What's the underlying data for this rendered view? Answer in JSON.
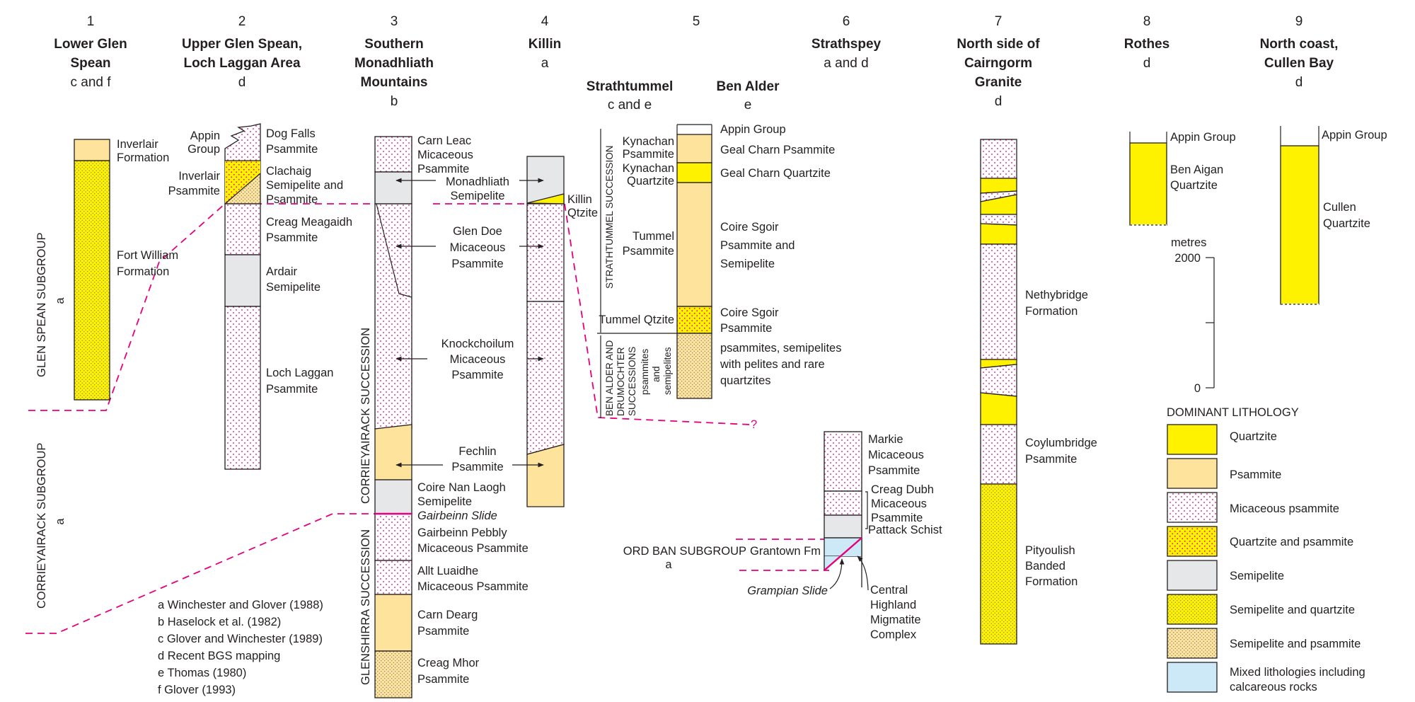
{
  "columns": [
    {
      "number": "1",
      "title": [
        "Lower Glen",
        "Spean"
      ],
      "source": "c and f"
    },
    {
      "number": "2",
      "title": [
        "Upper Glen Spean,",
        "Loch Laggan Area"
      ],
      "source": "d"
    },
    {
      "number": "3",
      "title": [
        "Southern",
        "Monadhliath",
        "Mountains"
      ],
      "source": "b"
    },
    {
      "number": "4",
      "title": [
        "Killin"
      ],
      "source": "a"
    },
    {
      "number": "5",
      "title": [],
      "source": ""
    },
    {
      "number": "6",
      "title": [
        "Strathspey"
      ],
      "source": "a and d"
    },
    {
      "number": "7",
      "title": [
        "North side of",
        "Cairngorm",
        "Granite"
      ],
      "source": "d"
    },
    {
      "number": "8",
      "title": [
        "Rothes"
      ],
      "source": "d"
    },
    {
      "number": "9",
      "title": [
        "North coast,",
        "Cullen Bay"
      ],
      "source": "d"
    }
  ],
  "col5_sub": [
    {
      "title": "Strathtummel",
      "source": "c and e"
    },
    {
      "title": "Ben Alder",
      "source": "e"
    }
  ],
  "groups": {
    "glen_spean": "GLEN SPEAN SUBGROUP",
    "glen_spean_ref": "a",
    "corrieyairack": "CORRIEYAIRACK SUBGROUP",
    "corrieyairack_ref": "a",
    "corrieyairack_succ": "CORRIEYAIRACK SUCCESSION",
    "glenshirra_succ": "GLENSHIRRA SUCCESSION",
    "strathtummel_succ": "STRATHTUMMEL SUCCESSION",
    "ben_alder_succ": [
      "BEN ALDER AND",
      "DRUMOCHTER",
      "SUCCESSIONS"
    ],
    "psam_semi": [
      "psammites",
      "and",
      "semipelites"
    ],
    "ord_ban": "ORD BAN SUBGROUP",
    "ord_ban_ref": "a"
  },
  "labels": {
    "c1": {
      "inverlair_formation": [
        "Inverlair",
        "Formation"
      ],
      "fort_william": [
        "Fort William",
        "Formation"
      ]
    },
    "c2": {
      "appin_group": [
        "Appin",
        "Group"
      ],
      "inverlair_psammite": [
        "Inverlair",
        "Psammite"
      ],
      "dog_falls": [
        "Dog Falls",
        "Psammite"
      ],
      "clachaig": [
        "Clachaig",
        "Semipelite and",
        "Psammite"
      ],
      "creag_meagaidh": [
        "Creag Meagaidh",
        "Psammite"
      ],
      "ardair": [
        "Ardair",
        "Semipelite"
      ],
      "loch_laggan": [
        "Loch Laggan",
        "Psammite"
      ]
    },
    "c3": {
      "carn_leac": [
        "Carn Leac",
        "Micaceous",
        "Psammite"
      ],
      "monadhliath": [
        "Monadhliath",
        "Semipelite"
      ],
      "glen_doe": [
        "Glen Doe",
        "Micaceous",
        "Psammite"
      ],
      "knockchoilum": [
        "Knockchoilum",
        "Micaceous",
        "Psammite"
      ],
      "fechlin": [
        "Fechlin",
        "Psammite"
      ],
      "coire_nan_laogh": [
        "Coire Nan Laogh",
        "Semipelite"
      ],
      "gairbeinn_slide": "Gairbeinn Slide",
      "gairbeinn_pebbly": [
        "Gairbeinn Pebbly",
        "Micaceous Psammite"
      ],
      "allt_luaidhe": [
        "Allt Luaidhe",
        "Micaceous Psammite"
      ],
      "carn_dearg": [
        "Carn Dearg",
        "Psammite"
      ],
      "creag_mhor": [
        "Creag Mhor",
        "Psammite"
      ]
    },
    "c4": {
      "killin_qtzite": [
        "Killin",
        "Qtzite"
      ]
    },
    "c5": {
      "kynachan_psammite": [
        "Kynachan",
        "Psammite"
      ],
      "kynachan_quartzite": [
        "Kynachan",
        "Quartzite"
      ],
      "tummel_psammite": [
        "Tummel",
        "Psammite"
      ],
      "tummel_qtzite": "Tummel Qtzite",
      "appin_group": "Appin Group",
      "geal_charn_psammite": "Geal Charn Psammite",
      "geal_charn_quartzite": "Geal Charn Quartzite",
      "coire_sgoir_ps": [
        "Coire Sgoir",
        "Psammite and",
        "Semipelite"
      ],
      "coire_sgoir_p": [
        "Coire Sgoir",
        "Psammite"
      ],
      "psammites_semipelites": [
        "psammites, semipelites",
        "with pelites and rare",
        "quartzites"
      ],
      "question": "?"
    },
    "c6": {
      "markie": [
        "Markie",
        "Micaceous",
        "Psammite"
      ],
      "creag_dubh": [
        "Creag Dubh",
        "Micaceous",
        "Psammite"
      ],
      "pattack": "Pattack Schist",
      "grantown": "Grantown Fm",
      "grampian_slide": "Grampian Slide",
      "central_highland": [
        "Central",
        "Highland",
        "Migmatite",
        "Complex"
      ]
    },
    "c7": {
      "nethybridge": [
        "Nethybridge",
        "Formation"
      ],
      "coylumbridge": [
        "Coylumbridge",
        "Psammite"
      ],
      "pityoulish": [
        "Pityoulish",
        "Banded",
        "Formation"
      ]
    },
    "c8": {
      "appin_group": "Appin Group",
      "ben_aigan": [
        "Ben Aigan",
        "Quartzite"
      ]
    },
    "c9": {
      "appin_group": "Appin Group",
      "cullen": [
        "Cullen",
        "Quartzite"
      ]
    }
  },
  "scale": {
    "title": "metres",
    "top": "2000",
    "bottom": "0"
  },
  "references": [
    "a  Winchester and Glover (1988)",
    "b  Haselock et al. (1982)",
    "c  Glover and Winchester (1989)",
    "d  Recent BGS mapping",
    "e  Thomas (1980)",
    "f  Glover (1993)"
  ],
  "legend": {
    "title": "DOMINANT LITHOLOGY",
    "items": [
      {
        "key": "quartzite",
        "label": [
          "Quartzite"
        ]
      },
      {
        "key": "psammite",
        "label": [
          "Psammite"
        ]
      },
      {
        "key": "micaceous",
        "label": [
          "Micaceous psammite"
        ]
      },
      {
        "key": "qtz_psam",
        "label": [
          "Quartzite and psammite"
        ]
      },
      {
        "key": "semipelite",
        "label": [
          "Semipelite"
        ]
      },
      {
        "key": "semi_qtz",
        "label": [
          "Semipelite and quartzite"
        ]
      },
      {
        "key": "semi_psam",
        "label": [
          "Semipelite and psammite"
        ]
      },
      {
        "key": "mixed",
        "label": [
          "Mixed lithologies including",
          "calcareous rocks"
        ]
      }
    ]
  },
  "colors": {
    "quartzite": "#fff200",
    "psammite": "#fde39b",
    "semipelite": "#e6e7e8",
    "mixed": "#cde8f7",
    "pink_dot": "#e6007e",
    "dashed_line": "#e6007e"
  }
}
